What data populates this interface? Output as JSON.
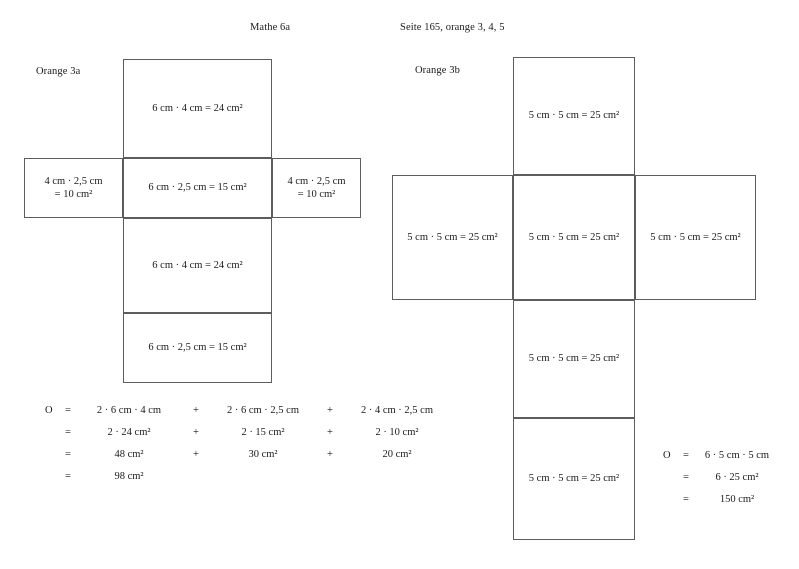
{
  "header": {
    "left_title": "Mathe 6a",
    "right_title": "Seite 165, orange 3, 4, 5"
  },
  "exercise_a": {
    "label": "Orange 3a",
    "net": {
      "type": "cuboid-net",
      "cells": [
        {
          "name": "top-face",
          "text": "6 cm · 4 cm = 24 cm²",
          "lines": [
            "6 cm · 4 cm = 24 cm²"
          ]
        },
        {
          "name": "left-face",
          "text": "4 cm · 2,5 cm = 10 cm²",
          "lines": [
            "4 cm · 2,5 cm",
            "= 10 cm²"
          ]
        },
        {
          "name": "front-face",
          "text": "6 cm · 2,5 cm = 15 cm²",
          "lines": [
            "6 cm · 2,5 cm = 15 cm²"
          ]
        },
        {
          "name": "right-face",
          "text": "4 cm · 2,5 cm = 10 cm²",
          "lines": [
            "4 cm · 2,5 cm",
            "= 10 cm²"
          ]
        },
        {
          "name": "bottom-face",
          "text": "6 cm · 4 cm = 24 cm²",
          "lines": [
            "6 cm · 4 cm = 24 cm²"
          ]
        },
        {
          "name": "back-face",
          "text": "6 cm · 2,5 cm = 15 cm²",
          "lines": [
            "6 cm · 2,5 cm = 15 cm²"
          ]
        }
      ]
    },
    "calculation": {
      "rows": [
        {
          "var": "O",
          "eq": "=",
          "terms": [
            "2 · 6 cm · 4 cm",
            "2 · 6 cm · 2,5 cm",
            "2 · 4 cm · 2,5 cm"
          ],
          "ops": [
            "+",
            "+"
          ]
        },
        {
          "var": "",
          "eq": "=",
          "terms": [
            "2 · 24 cm²",
            "2 · 15 cm²",
            "2 · 10 cm²"
          ],
          "ops": [
            "+",
            "+"
          ]
        },
        {
          "var": "",
          "eq": "=",
          "terms": [
            "48 cm²",
            "30 cm²",
            "20 cm²"
          ],
          "ops": [
            "+",
            "+"
          ]
        },
        {
          "var": "",
          "eq": "=",
          "terms": [
            "98 cm²",
            "",
            ""
          ],
          "ops": [
            "",
            ""
          ]
        }
      ]
    }
  },
  "exercise_b": {
    "label": "Orange 3b",
    "net": {
      "type": "cube-net",
      "cells": [
        {
          "name": "top-face",
          "text": "5 cm · 5 cm = 25 cm²"
        },
        {
          "name": "left-face",
          "text": "5 cm · 5 cm = 25 cm²"
        },
        {
          "name": "front-face",
          "text": "5 cm · 5 cm = 25 cm²"
        },
        {
          "name": "right-face",
          "text": "5 cm · 5 cm = 25 cm²"
        },
        {
          "name": "bottom-face",
          "text": "5 cm · 5 cm = 25 cm²"
        },
        {
          "name": "back-face",
          "text": "5 cm · 5 cm = 25 cm²"
        }
      ]
    },
    "calculation": {
      "rows": [
        {
          "var": "O",
          "eq": "=",
          "terms": [
            "6 · 5 cm · 5 cm"
          ]
        },
        {
          "var": "",
          "eq": "=",
          "terms": [
            "6 ·  25 cm²"
          ]
        },
        {
          "var": "",
          "eq": "=",
          "terms": [
            "150 cm²"
          ]
        }
      ]
    }
  },
  "colors": {
    "line": "#5d5d5d",
    "text": "#1a1a1a",
    "background": "#ffffff"
  }
}
